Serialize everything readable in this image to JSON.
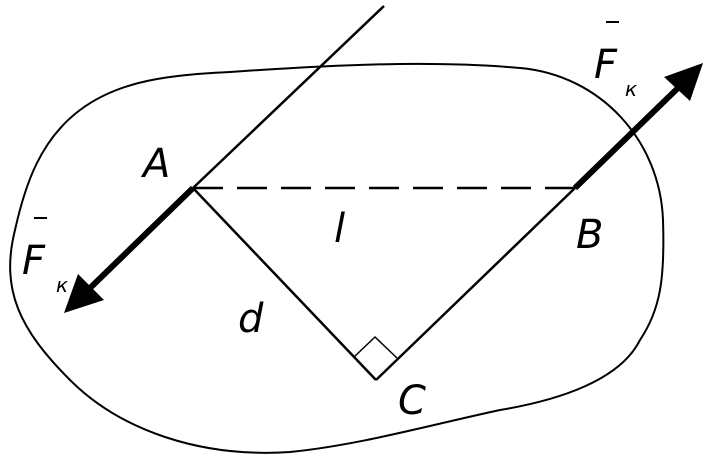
{
  "diagram": {
    "labels": {
      "point_a": "A",
      "point_b": "B",
      "point_c": "C",
      "length_l": "l",
      "distance_d": "d",
      "force_left": "F",
      "force_left_sub": "к",
      "force_right": "F",
      "force_right_sub": "к"
    },
    "colors": {
      "line": "#000000",
      "background": "#ffffff"
    }
  }
}
